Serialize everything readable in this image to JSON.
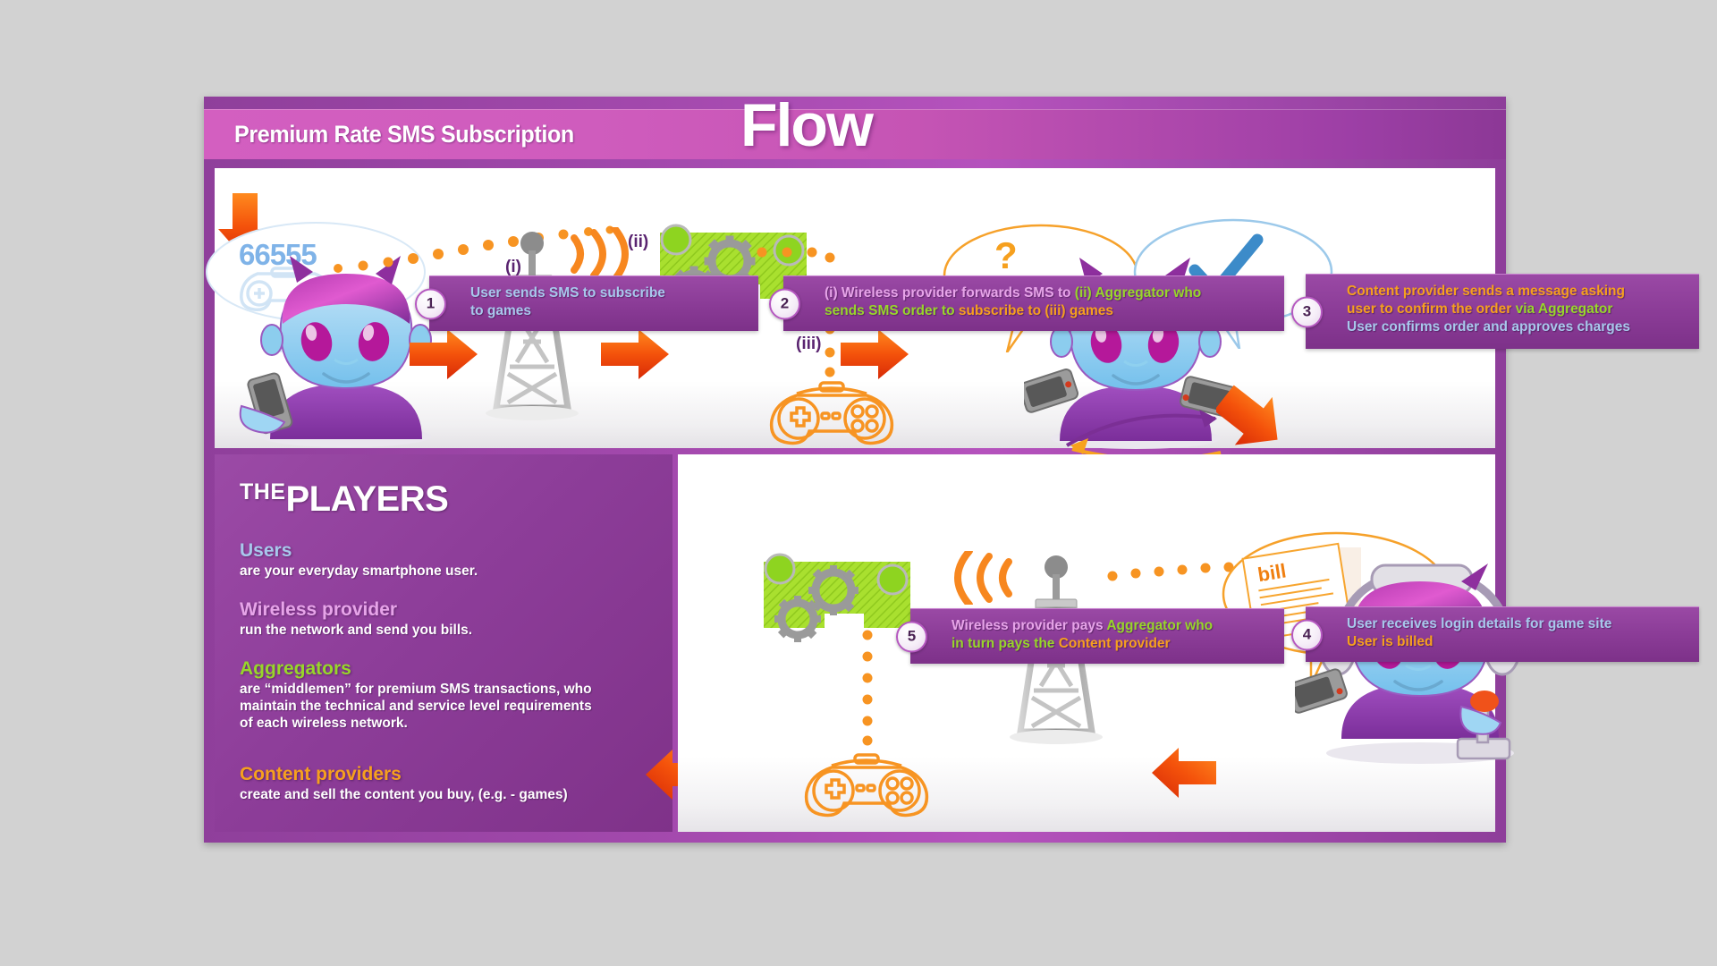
{
  "header": {
    "title_small": "Premium Rate SMS Subscription",
    "title_big": "Flow"
  },
  "colors": {
    "purple_dark": "#7d3189",
    "purple_mid": "#9a49a5",
    "magenta": "#cf5cbd",
    "user_blue": "#a8c8ec",
    "wireless_pink": "#e7a4e9",
    "aggregator_green": "#98d62a",
    "content_orange": "#f6a01e",
    "arrow_orange": "#f4520b",
    "number_blue": "#7fb3e8"
  },
  "steps": [
    {
      "number": "1",
      "lines": [
        [
          {
            "text": "User sends SMS to subscribe",
            "color": "user"
          }
        ],
        [
          {
            "text": "to games",
            "color": "user"
          }
        ]
      ]
    },
    {
      "number": "2",
      "lines": [
        [
          {
            "text": "(i) Wireless provider forwards SMS to ",
            "color": "wireless"
          },
          {
            "text": "(ii) Aggregator  who",
            "color": "aggregator"
          }
        ],
        [
          {
            "text": "sends SMS order to ",
            "color": "aggregator"
          },
          {
            "text": "subscribe to (iii) games",
            "color": "content"
          }
        ]
      ]
    },
    {
      "number": "3",
      "lines": [
        [
          {
            "text": "Content provider sends a message asking",
            "color": "content"
          }
        ],
        [
          {
            "text": "user to confirm the order ",
            "color": "content"
          },
          {
            "text": "via Aggregator",
            "color": "aggregator"
          }
        ],
        [
          {
            "text": "User confirms order and approves charges",
            "color": "user"
          }
        ]
      ]
    },
    {
      "number": "4",
      "lines": [
        [
          {
            "text": "User receives login details for game site",
            "color": "user"
          }
        ],
        [
          {
            "text": "User is billed",
            "color": "content"
          }
        ]
      ]
    },
    {
      "number": "5",
      "lines": [
        [
          {
            "text": "Wireless provider pays ",
            "color": "wireless"
          },
          {
            "text": "Aggregator who",
            "color": "aggregator"
          }
        ],
        [
          {
            "text": "in turn pays the ",
            "color": "aggregator"
          },
          {
            "text": "Content provider",
            "color": "content"
          }
        ]
      ]
    }
  ],
  "players": {
    "heading_the": "THE",
    "heading_main": "PLAYERS",
    "entries": [
      {
        "title": "Users",
        "color": "user",
        "desc": [
          "are your everyday smartphone user."
        ]
      },
      {
        "title": "Wireless provider",
        "color": "wireless",
        "desc": [
          "run the network and send you bills."
        ]
      },
      {
        "title": "Aggregators",
        "color": "aggregator",
        "desc": [
          "are “middlemen” for premium SMS transactions, who",
          "maintain the technical and service level requirements",
          "of each wireless network."
        ]
      },
      {
        "title": "Content providers",
        "color": "content",
        "desc": [
          "create and sell the content you buy, (e.g. - games)"
        ]
      }
    ]
  },
  "illustration_labels": {
    "shortcode": "66555",
    "roman_i": "(i)",
    "roman_ii": "(ii)",
    "roman_iii": "(iii)",
    "question_mark": "?",
    "bill_word": "bill"
  }
}
